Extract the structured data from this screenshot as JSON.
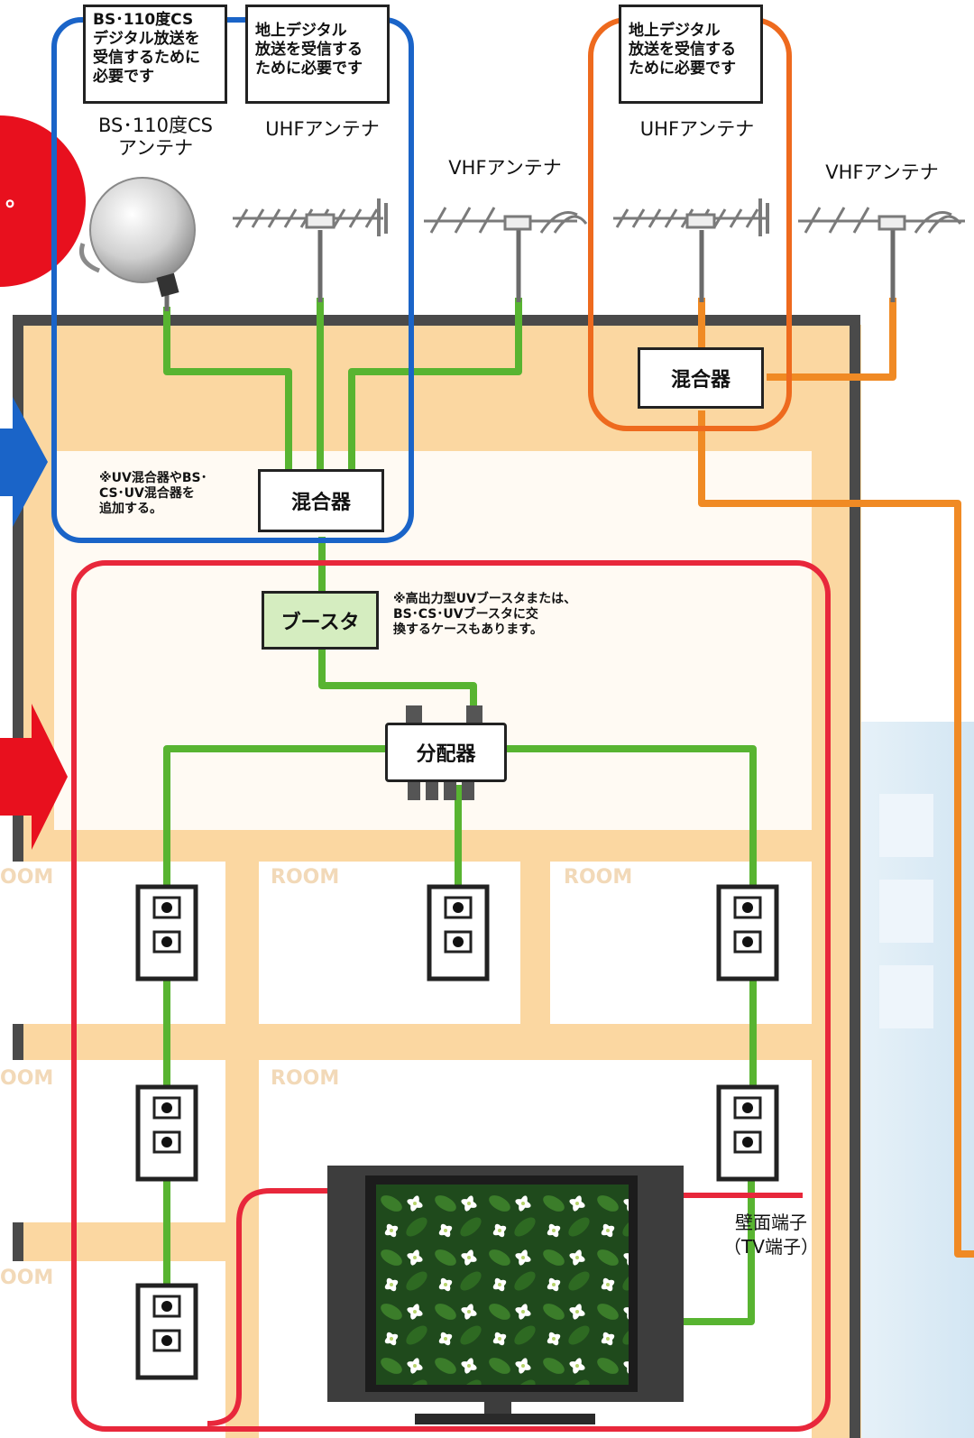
{
  "callouts": {
    "bs_cs_need": "BS･110度CS\nデジタル放送を\n受信するために\n必要です",
    "terrestrial_need_1": "地上デジタル\n放送を受信する\nために必要です",
    "terrestrial_need_2": "地上デジタル\n放送を受信する\nために必要です"
  },
  "antennas": {
    "bs_cs": "BS･110度CS\nアンテナ",
    "uhf_1": "UHFアンテナ",
    "vhf_1": "VHFアンテナ",
    "uhf_2": "UHFアンテナ",
    "vhf_2": "VHFアンテナ"
  },
  "devices": {
    "mixer_main": "混合器",
    "mixer_right": "混合器",
    "booster": "ブースタ",
    "splitter": "分配器"
  },
  "notes": {
    "mixer_note": "※UV混合器やBS･\nCS･UV混合器を\n追加する。",
    "booster_note": "※高出力型UVブースタまたは、\nBS･CS･UVブースタに交\n換するケースもあります。"
  },
  "rooms": [
    "OOM",
    "ROOM",
    "ROOM",
    "OOM",
    "ROOM",
    "OOM"
  ],
  "wall_terminal": "壁面端子\n（TV端子）",
  "colors": {
    "house_fill": "#fbd7a1",
    "room_fill": "#ffffff",
    "cable_green": "#58b431",
    "blue_outline": "#1a64c8",
    "orange_outline": "#ee6a1e",
    "red_outline": "#e8273b",
    "booster_fill": "#d5edc0"
  }
}
